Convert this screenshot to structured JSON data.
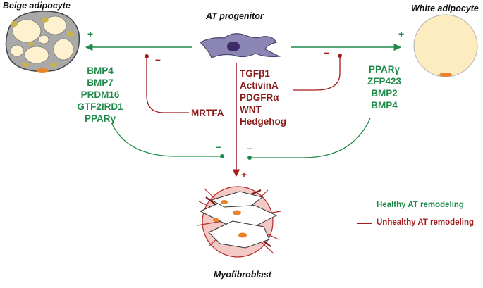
{
  "nodes": {
    "beige": "Beige adipocyte",
    "progenitor": "AT progenitor",
    "white": "White adipocyte",
    "myofibroblast": "Myofibroblast"
  },
  "factors": {
    "beige_list": [
      "BMP4",
      "BMP7",
      "PRDM16",
      "GTF2IRD1",
      "PPARγ"
    ],
    "white_list": [
      "PPARγ",
      "ZFP423",
      "BMP2",
      "BMP4"
    ],
    "fibro_list": [
      "TGFβ1",
      "ActivinA",
      "PDGFRα",
      "WNT",
      "Hedgehog"
    ],
    "mrtfa": "MRTFA"
  },
  "signs": {
    "plus": "+",
    "minus": "–"
  },
  "legend": {
    "healthy": "Healthy AT remodeling",
    "unhealthy": "Unhealthy AT remodeling"
  },
  "colors": {
    "healthy": "#1f8a4a",
    "unhealthy": "#a51c1c",
    "beige_fill": "#f3e3b8",
    "white_fill": "#fdecc0"
  }
}
